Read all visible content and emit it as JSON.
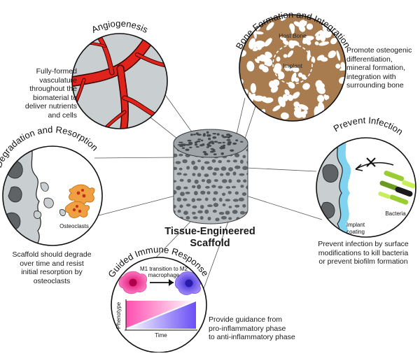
{
  "center": {
    "title_line1": "Tissue-Engineered",
    "title_line2": "Scaffold"
  },
  "panels": {
    "angiogenesis": {
      "title": "Angiogenesis",
      "desc": [
        "Fully-formed",
        "vasculature",
        "throughout the",
        "biomaterial to",
        "deliver nutrients",
        "and cells"
      ]
    },
    "bone": {
      "title": "Bone Formation and Integration",
      "host_label": "Host Bone",
      "implant_label": "Implant",
      "desc": [
        "Promote osteogenic",
        "differentiation,",
        "mineral formation,",
        "integration with",
        "surrounding bone"
      ]
    },
    "degradation": {
      "title": "Degradation and Resorption",
      "osteoclasts_label": "Osteoclasts",
      "desc": [
        "Scaffold should degrade",
        "over time and resist",
        "initial resorption by",
        "osteoclasts"
      ]
    },
    "infection": {
      "title": "Prevent Infection",
      "bacteria_label": "Bacteria",
      "coating_label_1": "Implant",
      "coating_label_2": "coating",
      "desc": [
        "Prevent infection by surface",
        "modifications to kill bacteria",
        "or prevent biofilm formation"
      ]
    },
    "immune": {
      "title": "Guided Immune Response",
      "transition_1": "M1 transition to M2",
      "transition_2": "macrophage",
      "phenotype_label": "Phenotype",
      "time_label": "Time",
      "desc": [
        "Provide guidance from",
        "pro-inflammatory phase",
        "to anti-inflammatory phase"
      ]
    }
  },
  "colors": {
    "vessel": "#e0241b",
    "bone": "#a97c4f",
    "circle_bg": "#c9cfd1",
    "coating": "#7fd3ef",
    "bacteria": "#9acd32",
    "osteoclast": "#f0a040",
    "m1": "#ff69b4",
    "m2": "#7b61ff"
  }
}
